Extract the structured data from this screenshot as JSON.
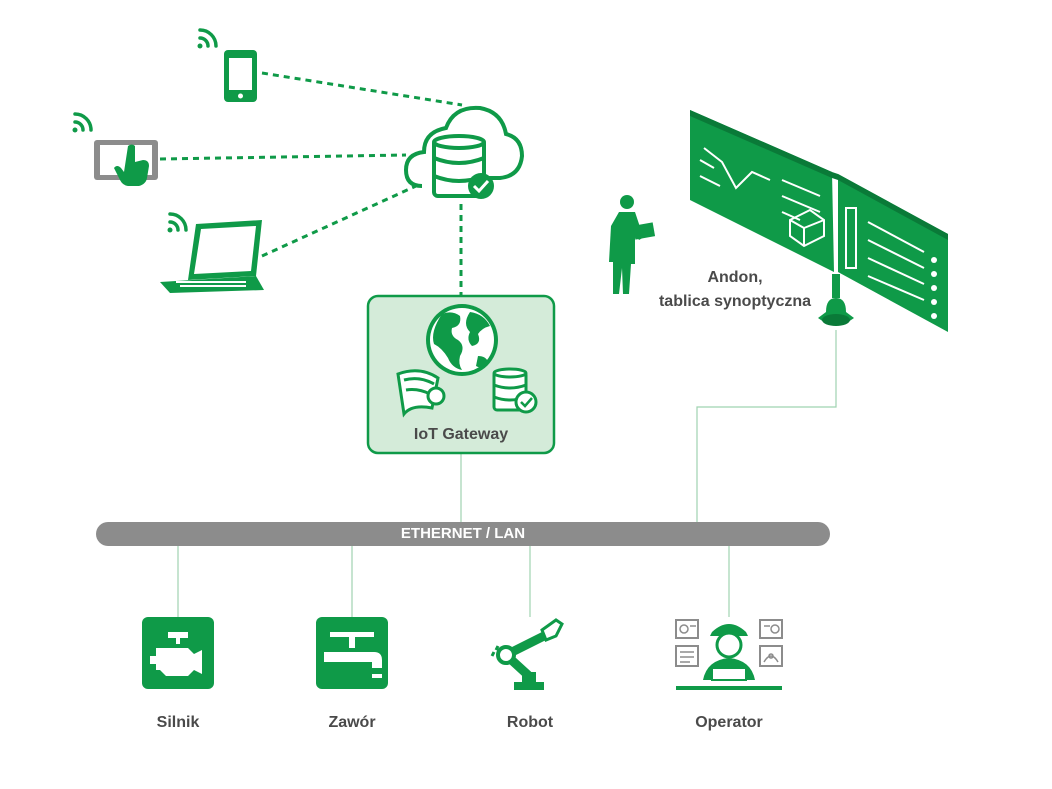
{
  "colors": {
    "green": "#0f9a48",
    "green_light": "#d4ebd9",
    "grey_bus": "#8c8c8c",
    "grey_text": "#4a4a4a",
    "line": "#9fd3b0"
  },
  "cloud": {
    "icon": "cloud-database-icon"
  },
  "devices": [
    {
      "name": "smartphone",
      "icon": "smartphone-icon"
    },
    {
      "name": "tablet",
      "icon": "tablet-touch-icon"
    },
    {
      "name": "laptop",
      "icon": "laptop-icon"
    }
  ],
  "gateway": {
    "label": "IoT Gateway",
    "icons": [
      "globe-icon",
      "firewall-icon",
      "database-check-icon"
    ]
  },
  "network": {
    "label": "ETHERNET / LAN"
  },
  "andon": {
    "line1": "Andon,",
    "line2": "tablica synoptyczna",
    "icon": "andon-board-icon"
  },
  "worker": {
    "icon": "worker-with-tablet-icon"
  },
  "nodes": [
    {
      "label": "Silnik",
      "icon": "engine-icon"
    },
    {
      "label": "Zawór",
      "icon": "valve-icon"
    },
    {
      "label": "Robot",
      "icon": "robot-arm-icon"
    },
    {
      "label": "Operator",
      "icon": "operator-icon"
    }
  ]
}
